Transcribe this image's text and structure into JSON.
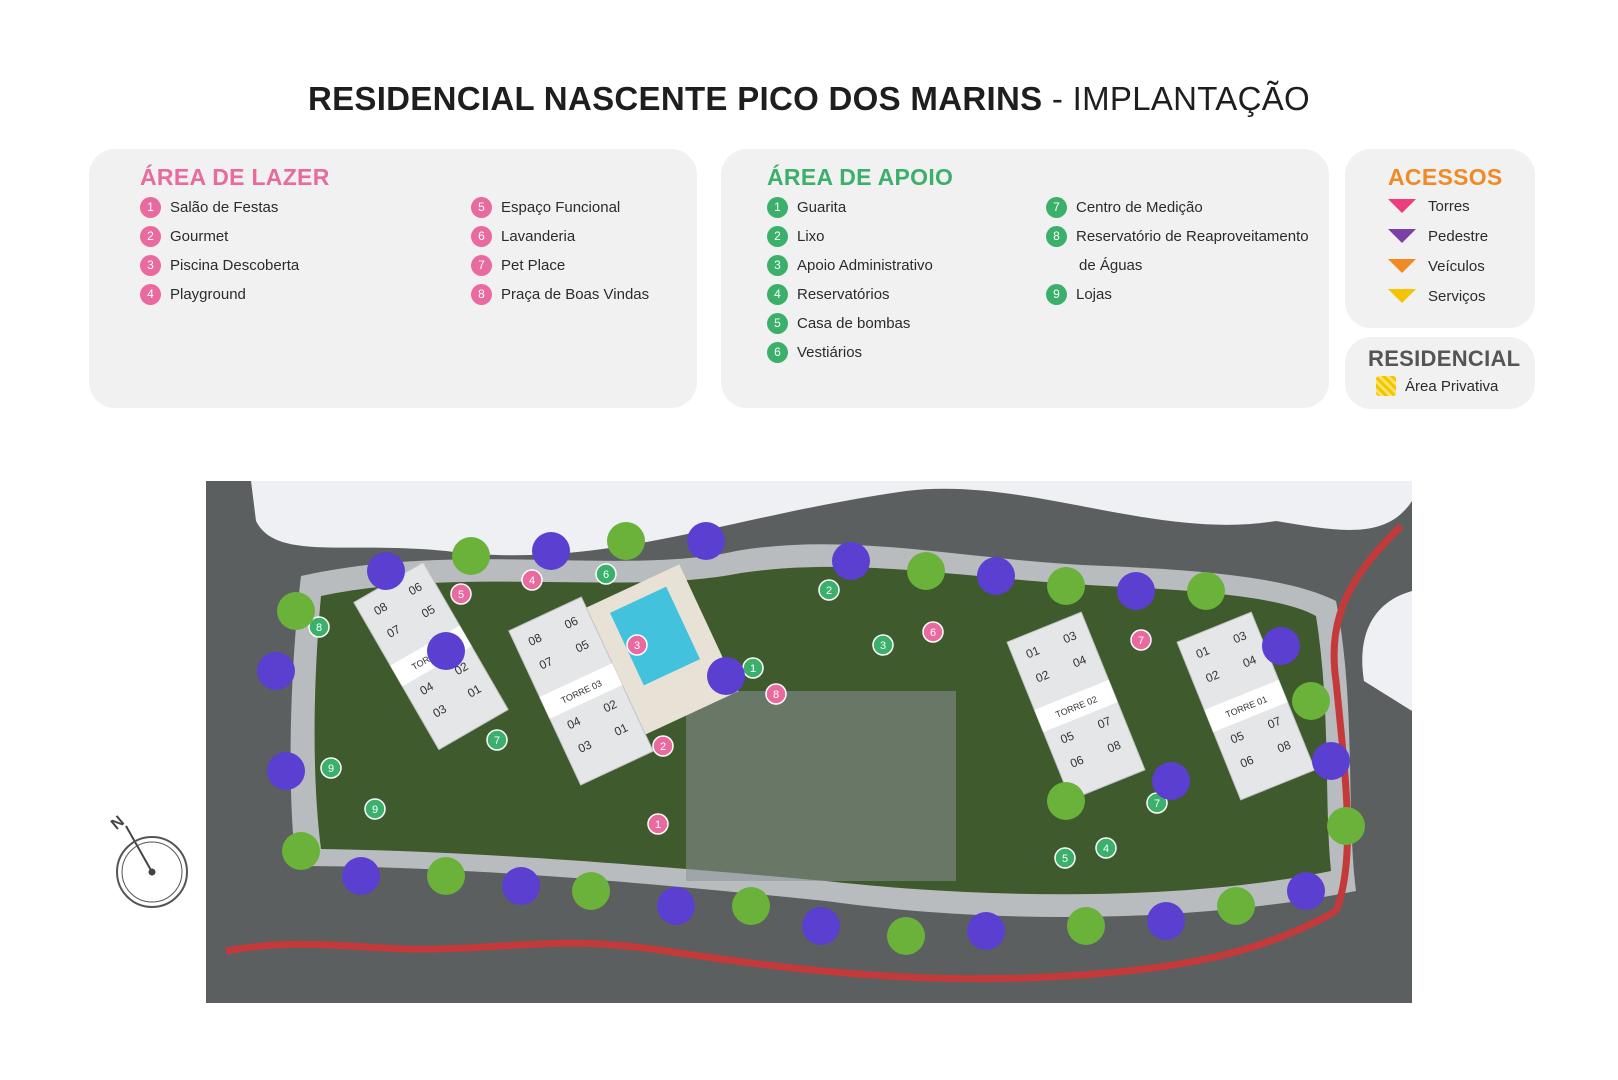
{
  "title": {
    "bold": "RESIDENCIAL NASCENTE PICO DOS MARINS",
    "separator": " - ",
    "sub": "IMPLANTAÇÃO"
  },
  "lazer": {
    "heading": "ÁREA DE LAZER",
    "color": "#e86a9e",
    "items": [
      {
        "n": "1",
        "label": "Salão de Festas"
      },
      {
        "n": "2",
        "label": "Gourmet"
      },
      {
        "n": "3",
        "label": "Piscina Descoberta"
      },
      {
        "n": "4",
        "label": "Playground"
      },
      {
        "n": "5",
        "label": "Espaço Funcional"
      },
      {
        "n": "6",
        "label": "Lavanderia"
      },
      {
        "n": "7",
        "label": "Pet Place"
      },
      {
        "n": "8",
        "label": "Praça de Boas Vindas"
      }
    ]
  },
  "apoio": {
    "heading": "ÁREA DE APOIO",
    "color": "#3bb06a",
    "items": [
      {
        "n": "1",
        "label": "Guarita"
      },
      {
        "n": "2",
        "label": "Lixo"
      },
      {
        "n": "3",
        "label": "Apoio Administrativo"
      },
      {
        "n": "4",
        "label": "Reservatórios"
      },
      {
        "n": "5",
        "label": "Casa de bombas"
      },
      {
        "n": "6",
        "label": "Vestiários"
      },
      {
        "n": "7",
        "label": "Centro de Medição"
      },
      {
        "n": "8",
        "label": "Reservatório de Reaproveitamento",
        "label2": "de Águas"
      },
      {
        "n": "9",
        "label": "Lojas"
      }
    ]
  },
  "acessos": {
    "heading": "ACESSOS",
    "color": "#f08a24",
    "items": [
      {
        "label": "Torres",
        "color": "#ee3d7e"
      },
      {
        "label": "Pedestre",
        "color": "#7b3fa6"
      },
      {
        "label": "Veículos",
        "color": "#f08a24"
      },
      {
        "label": "Serviços",
        "color": "#f5c400"
      }
    ]
  },
  "residencial": {
    "heading": "RESIDENCIAL",
    "item": "Área Privativa"
  },
  "map": {
    "towers": [
      {
        "name": "TORRE 04",
        "units": [
          "08",
          "06",
          "07",
          "05",
          "04",
          "02",
          "03",
          "01"
        ]
      },
      {
        "name": "TORRE 03",
        "units": [
          "08",
          "06",
          "07",
          "05",
          "04",
          "02",
          "03",
          "01"
        ]
      },
      {
        "name": "TORRE 02",
        "units": [
          "01",
          "03",
          "02",
          "04",
          "05",
          "07",
          "06",
          "08"
        ]
      },
      {
        "name": "TORRE 01",
        "units": [
          "01",
          "03",
          "02",
          "04",
          "05",
          "07",
          "06",
          "08"
        ]
      }
    ],
    "lazer_markers": [
      "1",
      "2",
      "3",
      "4",
      "5",
      "6",
      "7",
      "8"
    ],
    "apoio_markers": [
      "1",
      "2",
      "3",
      "4",
      "5",
      "6",
      "7",
      "7",
      "8",
      "9",
      "9"
    ]
  },
  "compass": {
    "label": "N"
  }
}
